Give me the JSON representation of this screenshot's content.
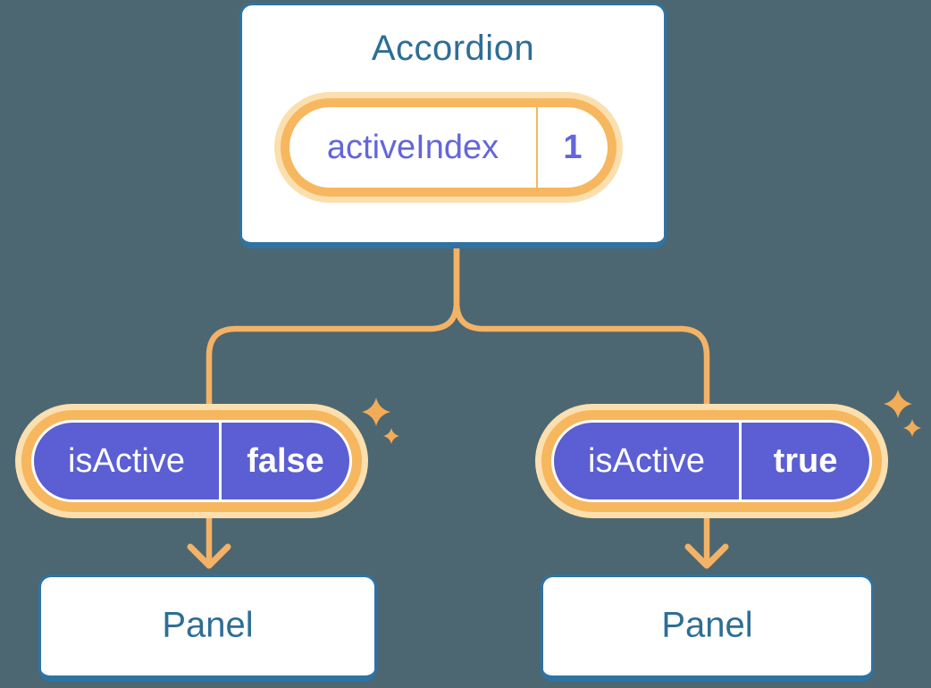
{
  "diagram": {
    "accordion": {
      "title": "Accordion",
      "state": {
        "name": "activeIndex",
        "value": "1"
      }
    },
    "left_branch": {
      "prop": {
        "name": "isActive",
        "value": "false"
      },
      "panel": {
        "title": "Panel"
      }
    },
    "right_branch": {
      "prop": {
        "name": "isActive",
        "value": "true"
      },
      "panel": {
        "title": "Panel"
      }
    }
  },
  "colors": {
    "background": "#4C6771",
    "box_border": "#2E73A3",
    "heading_text": "#2E6E96",
    "wire": "#F4B266",
    "ring_orange": "#F6B75F",
    "ring_glow": "#FBDFAE",
    "pill_purple": "#5B5FD3",
    "purple_text": "#6366DA",
    "sparkle": "#F2AC57"
  }
}
